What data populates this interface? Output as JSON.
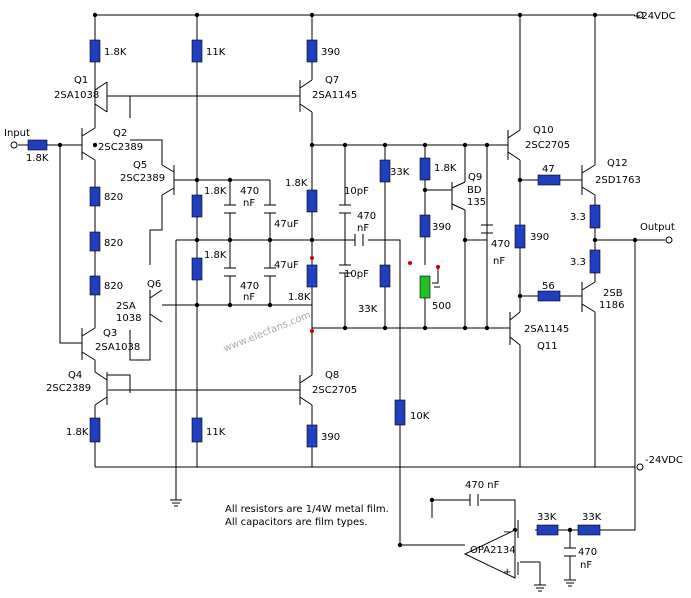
{
  "rails": {
    "positive": "+24VDC",
    "negative": "-24VDC"
  },
  "io": {
    "input": "Input",
    "output": "Output"
  },
  "resistors": [
    {
      "id": "r-q1-emitter",
      "value": "1.8K"
    },
    {
      "id": "r-input",
      "value": "1.8K"
    },
    {
      "id": "r-11k-top",
      "value": "11K"
    },
    {
      "id": "r-390-q7",
      "value": "390"
    },
    {
      "id": "r-820-a",
      "value": "820"
    },
    {
      "id": "r-820-b",
      "value": "820"
    },
    {
      "id": "r-820-c",
      "value": "820"
    },
    {
      "id": "r-q4-emitter",
      "value": "1.8K"
    },
    {
      "id": "r-11k-bottom",
      "value": "11K"
    },
    {
      "id": "r-390-q8",
      "value": "390"
    },
    {
      "id": "r-18k-upper",
      "value": "1.8K"
    },
    {
      "id": "r-18k-lower",
      "value": "1.8K"
    },
    {
      "id": "r-18k-vas-upper",
      "value": "1.8K"
    },
    {
      "id": "r-18k-vas-lower",
      "value": "1.8K"
    },
    {
      "id": "r-33k-upper",
      "value": "33K"
    },
    {
      "id": "r-33k-lower",
      "value": "33K"
    },
    {
      "id": "r-18k-q9",
      "value": "1.8K"
    },
    {
      "id": "r-390-q9",
      "value": "390"
    },
    {
      "id": "r-10k",
      "value": "10K"
    },
    {
      "id": "r-390-driver",
      "value": "390"
    },
    {
      "id": "r-47",
      "value": "47"
    },
    {
      "id": "r-56",
      "value": "56"
    },
    {
      "id": "r-33-upper",
      "value": "3.3"
    },
    {
      "id": "r-33-lower",
      "value": "3.3"
    },
    {
      "id": "r-33k-servo-a",
      "value": "33K"
    },
    {
      "id": "r-33k-servo-b",
      "value": "33K"
    },
    {
      "id": "pot-500",
      "value": "500"
    }
  ],
  "capacitors": [
    {
      "id": "c-470nf-upper",
      "value_line1": "470",
      "value_line2": "nF"
    },
    {
      "id": "c-47uf-upper",
      "value_line1": "47uF",
      "value_line2": ""
    },
    {
      "id": "c-470nf-lower",
      "value_line1": "470",
      "value_line2": "nF"
    },
    {
      "id": "c-47uf-lower",
      "value_line1": "47uF",
      "value_line2": ""
    },
    {
      "id": "c-10pf-upper",
      "value_line1": "10pF",
      "value_line2": ""
    },
    {
      "id": "c-10pf-lower",
      "value_line1": "10pF",
      "value_line2": ""
    },
    {
      "id": "c-470nf-feedback",
      "value_line1": "470",
      "value_line2": "nF"
    },
    {
      "id": "c-470nf-vbe",
      "value_line1": "470",
      "value_line2": "nF"
    },
    {
      "id": "c-470nf-servo",
      "value_line1": "470 nF",
      "value_line2": ""
    },
    {
      "id": "c-470nf-servo-gnd",
      "value_line1": "470",
      "value_line2": "nF"
    }
  ],
  "transistors": [
    {
      "id": "q1",
      "name": "Q1",
      "part": "2SA1038"
    },
    {
      "id": "q2",
      "name": "Q2",
      "part": "2SC2389"
    },
    {
      "id": "q3",
      "name": "Q3",
      "part": "2SA1038"
    },
    {
      "id": "q4",
      "name": "Q4",
      "part": "2SC2389"
    },
    {
      "id": "q5",
      "name": "Q5",
      "part": "2SC2389"
    },
    {
      "id": "q6",
      "name": "Q6",
      "part_line1": "2SA",
      "part_line2": "1038"
    },
    {
      "id": "q7",
      "name": "Q7",
      "part": "2SA1145"
    },
    {
      "id": "q8",
      "name": "Q8",
      "part": "2SC2705"
    },
    {
      "id": "q9",
      "name": "Q9",
      "part_line1": "BD",
      "part_line2": "135"
    },
    {
      "id": "q10",
      "name": "Q10",
      "part": "2SC2705"
    },
    {
      "id": "q11",
      "name": "Q11",
      "part": "2SA1145"
    },
    {
      "id": "q12",
      "name": "Q12",
      "part": "2SD1763"
    },
    {
      "id": "q13",
      "name": "",
      "part_line1": "2SB",
      "part_line2": "1186"
    }
  ],
  "opamp": {
    "part": "OPA2134",
    "minus": "−",
    "plus": "+"
  },
  "notes": [
    "All resistors are 1/4W metal film.",
    "All capacitors are film types."
  ],
  "watermark": "www.elecfans.com",
  "colors": {
    "resistor": "#1f3fbf",
    "potentiometer": "#22c022",
    "wire": "#000000",
    "junction_marker": "#cc0000"
  }
}
